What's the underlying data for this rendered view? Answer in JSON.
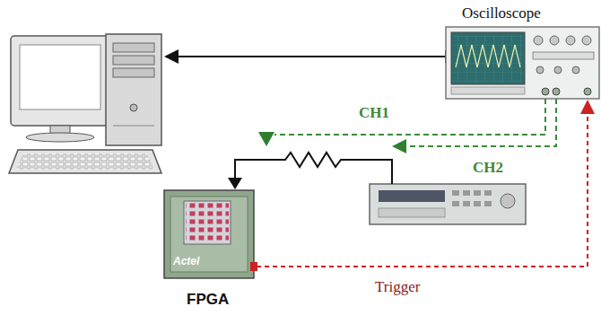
{
  "diagram": {
    "nodes": [
      {
        "text": [
          "Oscilloscope"
        ]
      },
      {
        "text": [
          "FPGA"
        ]
      }
    ],
    "edges": [
      {
        "from": 1,
        "to": 0,
        "arrow": "to",
        "label": "Trigger"
      }
    ],
    "labels": [
      "CH1",
      "CH2",
      "Actel"
    ]
  }
}
